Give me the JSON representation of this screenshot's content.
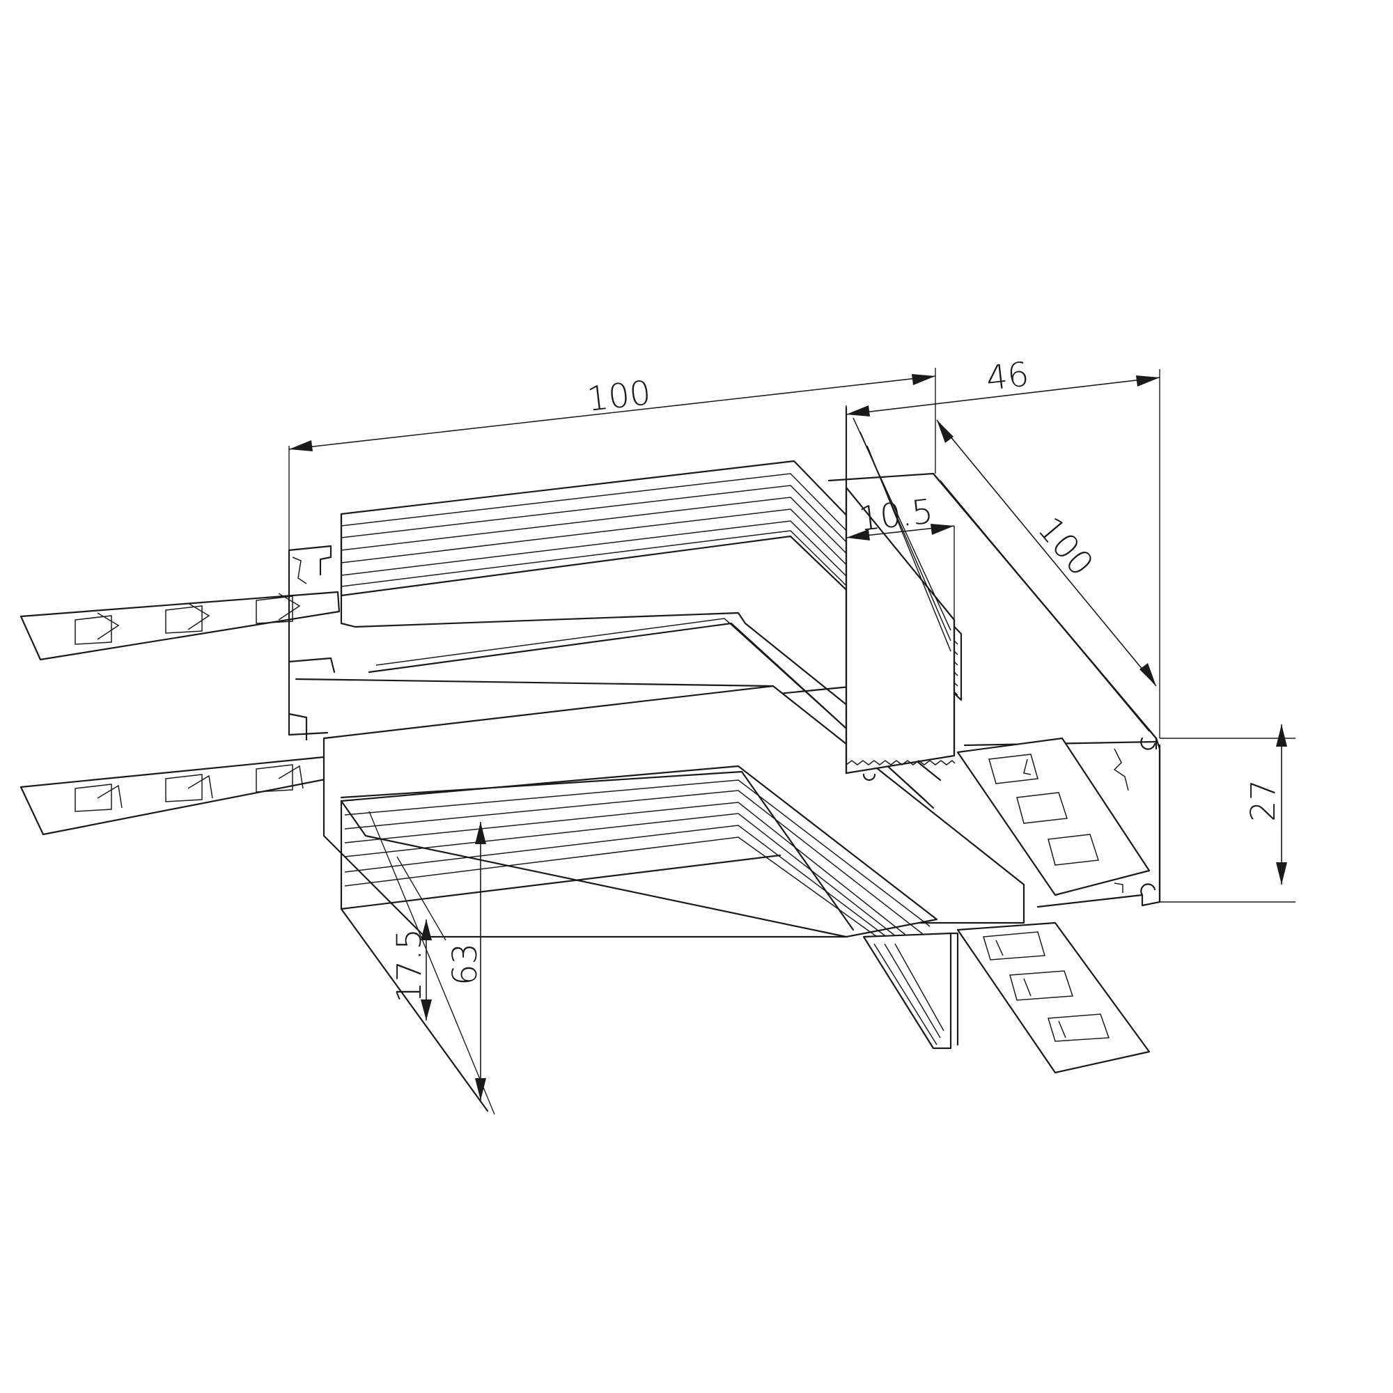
{
  "dimensions": {
    "length_top": "100",
    "length_side": "100",
    "width": "46",
    "slot_width": "10.5",
    "height": "27",
    "overall_depth": "63",
    "flange_depth": "17.5"
  },
  "colors": {
    "line": "#1a1a1a",
    "background": "#ffffff"
  }
}
